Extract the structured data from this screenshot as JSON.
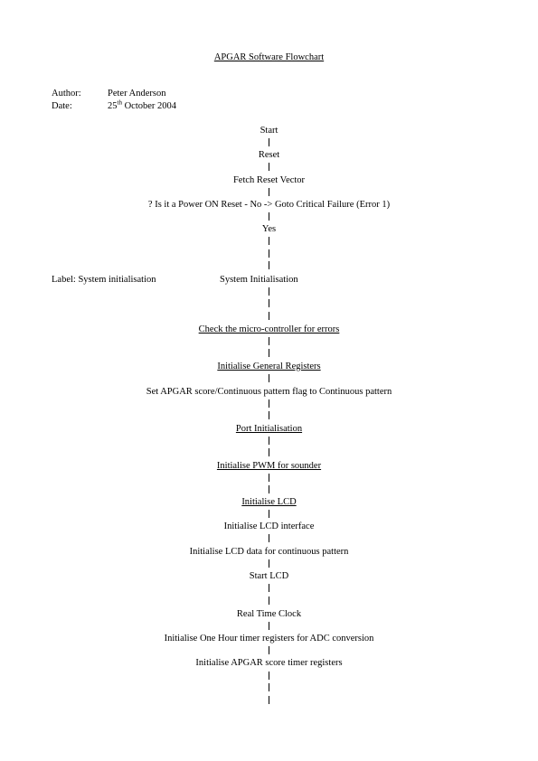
{
  "title": "APGAR Software Flowchart",
  "meta": {
    "author_label": "Author:",
    "author_value": "Peter Anderson",
    "date_label": "Date:",
    "date_day": "25",
    "date_suffix": "th",
    "date_rest": " October 2004"
  },
  "flow": {
    "start": "Start",
    "reset": "Reset",
    "fetch": "Fetch Reset Vector",
    "decision": "? Is it a Power ON Reset  -  No  -> Goto Critical Failure (Error 1)",
    "yes": "Yes",
    "side_label": "Label: System initialisation",
    "sys_init": "System Initialisation",
    "check_micro": "Check the micro-controller for errors",
    "init_general": "Initialise General Registers",
    "set_apgar": "Set APGAR score/Continuous pattern flag to Continuous pattern",
    "port_init": "Port Initialisation",
    "init_pwm": "Initialise PWM for sounder",
    "init_lcd": "Initialise LCD",
    "init_lcd_interface": "Initialise LCD interface",
    "init_lcd_data": "Initialise LCD data for continuous pattern",
    "start_lcd": "Start LCD",
    "rtc": "Real Time Clock",
    "init_one_hour": "Initialise One Hour timer registers for ADC conversion",
    "init_apgar_timer": "Initialise APGAR score timer registers"
  }
}
